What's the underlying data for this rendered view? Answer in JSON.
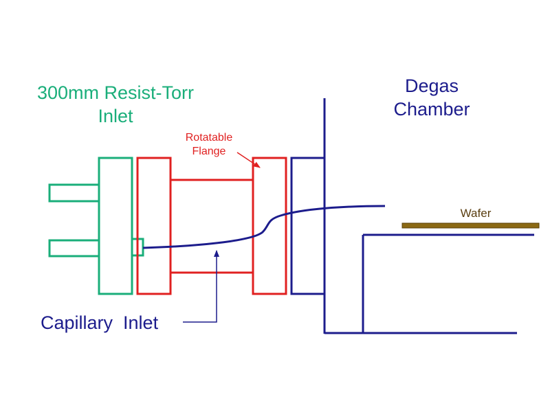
{
  "labels": {
    "inlet_title": [
      "300mm Resist-Torr",
      "Inlet"
    ],
    "chamber_title": [
      "Degas",
      "Chamber"
    ],
    "flange": [
      "Rotatable",
      "Flange"
    ],
    "wafer": "Wafer",
    "capillary": "Capillary  Inlet"
  },
  "colors": {
    "inlet": "#1aae7a",
    "flange": "#e02020",
    "chamber": "#1c1c8c",
    "wafer": "#8b6914",
    "background": "#ffffff"
  }
}
